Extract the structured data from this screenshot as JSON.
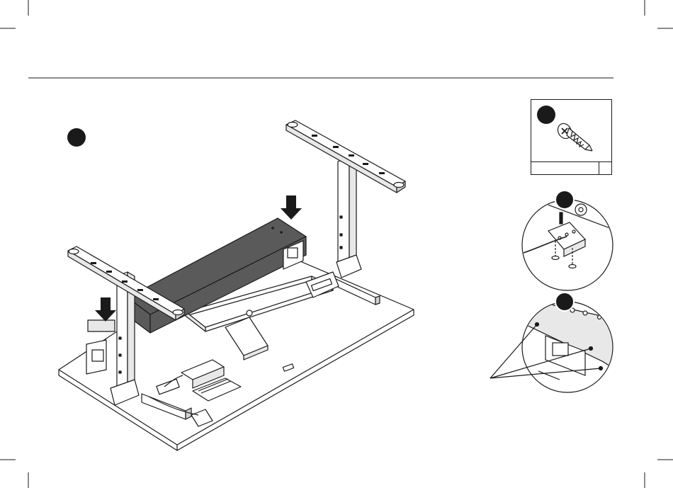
{
  "page": {
    "colors": {
      "ink": "#1a1a1a",
      "desktop_fill": "#ffffff",
      "crossbar_fill": "#5a5a5a",
      "step_badge": "#1a1a1a"
    }
  },
  "step": {
    "badge_icon": "filled-circle-step-marker"
  },
  "parts": {
    "icon": "wood-screw-icon",
    "badge_icon": "filled-circle-part-marker"
  },
  "details": [
    {
      "icon": "control-box-screw-detail",
      "badge_icon": "filled-circle-detail-marker"
    },
    {
      "icon": "crossbar-screw-detail",
      "badge_icon": "filled-circle-detail-marker"
    }
  ]
}
